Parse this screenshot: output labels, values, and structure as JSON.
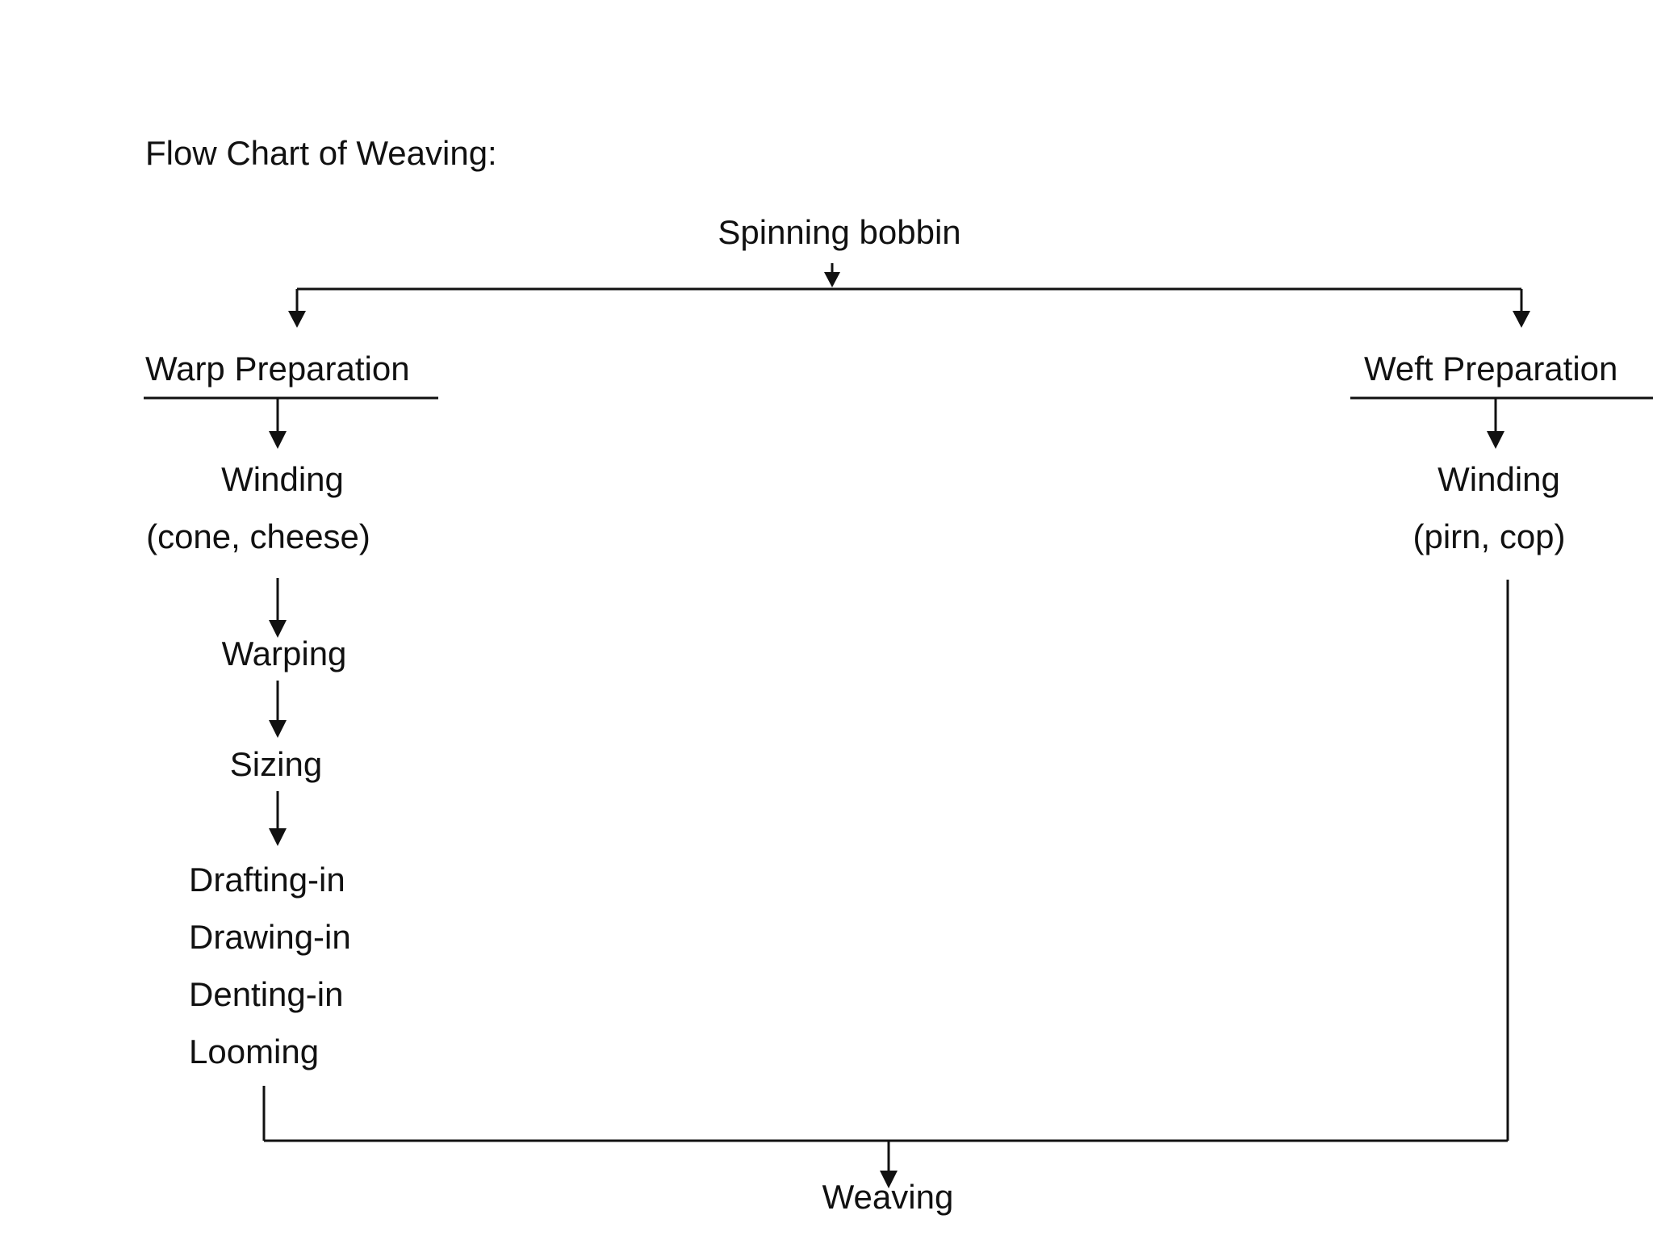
{
  "heading": "Flow Chart of Weaving:",
  "nodes": {
    "source": "Spinning bobbin",
    "warp": "Warp Preparation",
    "weft": "Weft Preparation",
    "warp_winding": "Winding",
    "warp_winding_sub": "(cone, cheese)",
    "warping": "Warping",
    "sizing": "Sizing",
    "drafting": "Drafting-in",
    "drawing": "Drawing-in",
    "denting": "Denting-in",
    "looming": "Looming",
    "weft_winding": "Winding",
    "weft_winding_sub": "(pirn, cop)",
    "final": "Weaving"
  }
}
